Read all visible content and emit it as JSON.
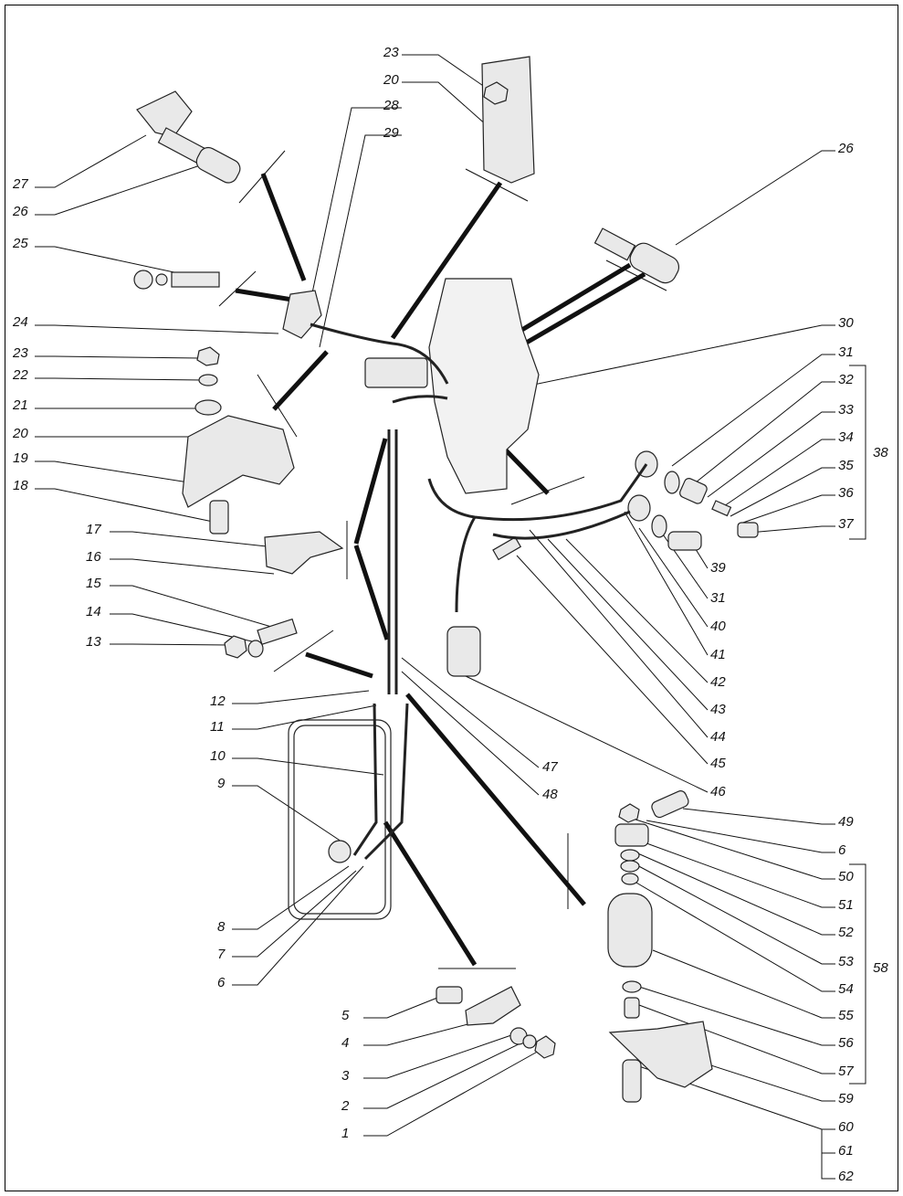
{
  "diagram": {
    "left_labels": [
      "27",
      "26",
      "25",
      "24",
      "23",
      "22",
      "21",
      "20",
      "19",
      "18",
      "17",
      "16",
      "15",
      "14",
      "13",
      "12",
      "11",
      "10",
      "9",
      "8",
      "7",
      "6",
      "5",
      "4",
      "3",
      "2",
      "1"
    ],
    "top_labels": [
      "23",
      "20",
      "28",
      "29"
    ],
    "right_labels": [
      "26",
      "30",
      "31",
      "32",
      "33",
      "34",
      "35",
      "36",
      "37",
      "39",
      "31",
      "40",
      "41",
      "42",
      "43",
      "44",
      "45",
      "46",
      "47",
      "48",
      "49",
      "6",
      "50",
      "51",
      "52",
      "53",
      "54",
      "55",
      "56",
      "57",
      "59",
      "60",
      "61",
      "62"
    ],
    "group_labels": [
      "38",
      "58"
    ]
  },
  "colors": {
    "line": "#111111",
    "part_fill": "#e9e9e9",
    "part_stroke": "#222222"
  }
}
